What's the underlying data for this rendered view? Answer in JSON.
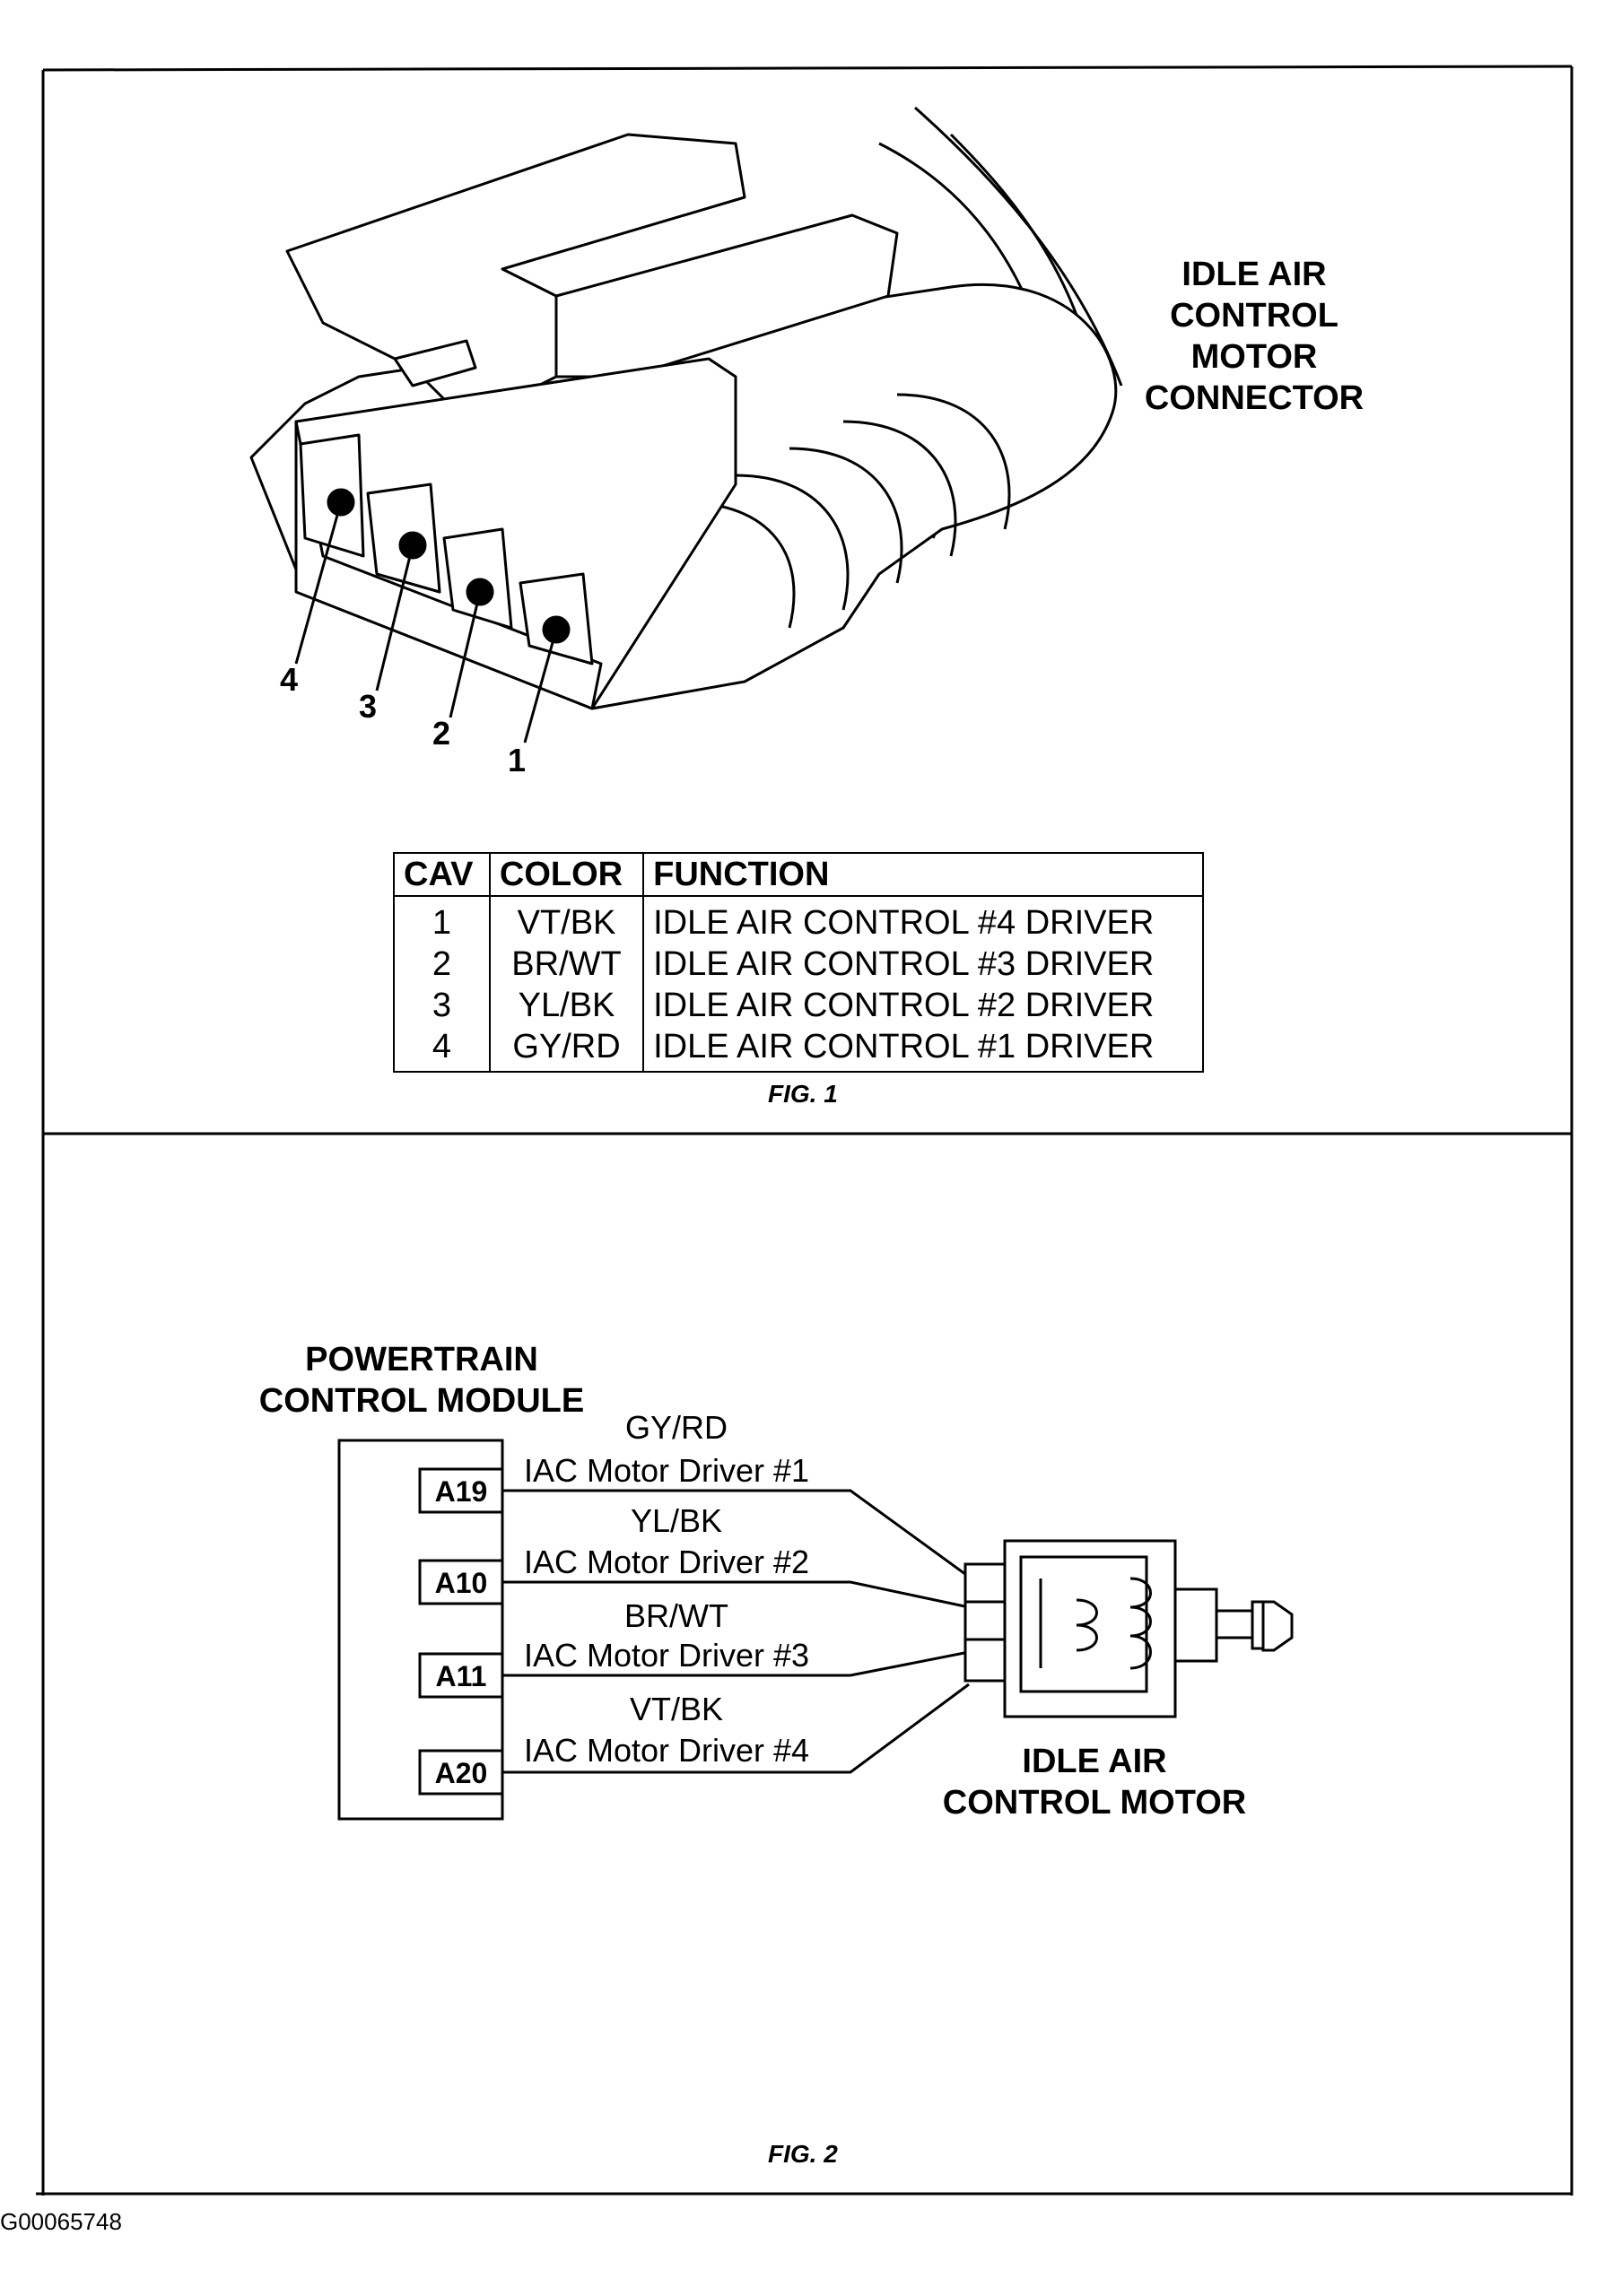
{
  "fig1": {
    "connector_label": [
      "IDLE AIR",
      "CONTROL",
      "MOTOR",
      "CONNECTOR"
    ],
    "cavity_numbers": [
      "4",
      "3",
      "2",
      "1"
    ],
    "table": {
      "headers": [
        "CAV",
        "COLOR",
        "FUNCTION"
      ],
      "rows": [
        [
          "1",
          "VT/BK",
          "IDLE AIR CONTROL #4 DRIVER"
        ],
        [
          "2",
          "BR/WT",
          "IDLE AIR CONTROL #3 DRIVER"
        ],
        [
          "3",
          "YL/BK",
          "IDLE AIR CONTROL #2 DRIVER"
        ],
        [
          "4",
          "GY/RD",
          "IDLE AIR CONTROL #1 DRIVER"
        ]
      ]
    },
    "caption": "FIG. 1"
  },
  "fig2": {
    "pcm_label": [
      "POWERTRAIN",
      "CONTROL MODULE"
    ],
    "circuits": [
      {
        "pin": "A19",
        "color": "GY/RD",
        "function": "IAC Motor Driver #1"
      },
      {
        "pin": "A10",
        "color": "YL/BK",
        "function": "IAC Motor Driver #2"
      },
      {
        "pin": "A11",
        "color": "BR/WT",
        "function": "IAC Motor Driver #3"
      },
      {
        "pin": "A20",
        "color": "VT/BK",
        "function": "IAC Motor Driver #4"
      }
    ],
    "motor_label": [
      "IDLE AIR",
      "CONTROL MOTOR"
    ],
    "caption": "FIG. 2"
  },
  "doc_id": "G00065748"
}
